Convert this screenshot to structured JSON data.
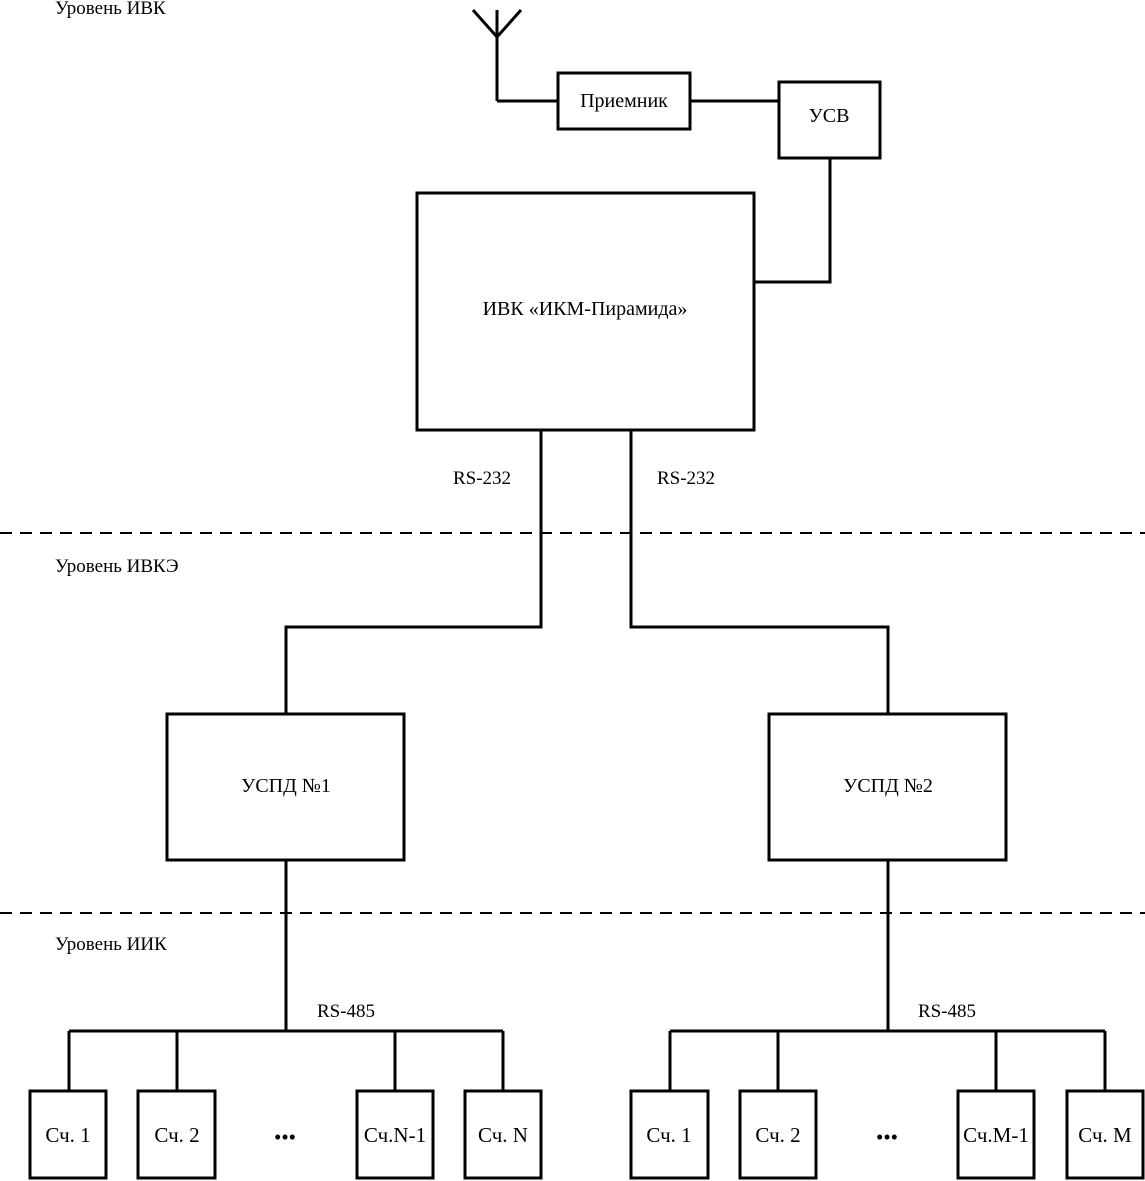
{
  "levels": {
    "ivk": "Уровень ИВК",
    "ivke": "Уровень ИВКЭ",
    "iik": "Уровень ИИК"
  },
  "nodes": {
    "receiver": "Приемник",
    "usv": "УСВ",
    "ivk": "ИВК «ИКМ-Пирамида»",
    "uspd1": "УСПД №1",
    "uspd2": "УСПД №2"
  },
  "links": {
    "rs232_left": "RS-232",
    "rs232_right": "RS-232",
    "rs485_left": "RS-485",
    "rs485_right": "RS-485"
  },
  "meters_group1": [
    "Сч. 1",
    "Сч. 2",
    "Сч.N-1",
    "Сч. N"
  ],
  "meters_group2": [
    "Сч. 1",
    "Сч. 2",
    "Сч.М-1",
    "Сч. М"
  ],
  "ellipsis": "•••",
  "colors": {
    "line": "#000000",
    "background": "#ffffff"
  }
}
